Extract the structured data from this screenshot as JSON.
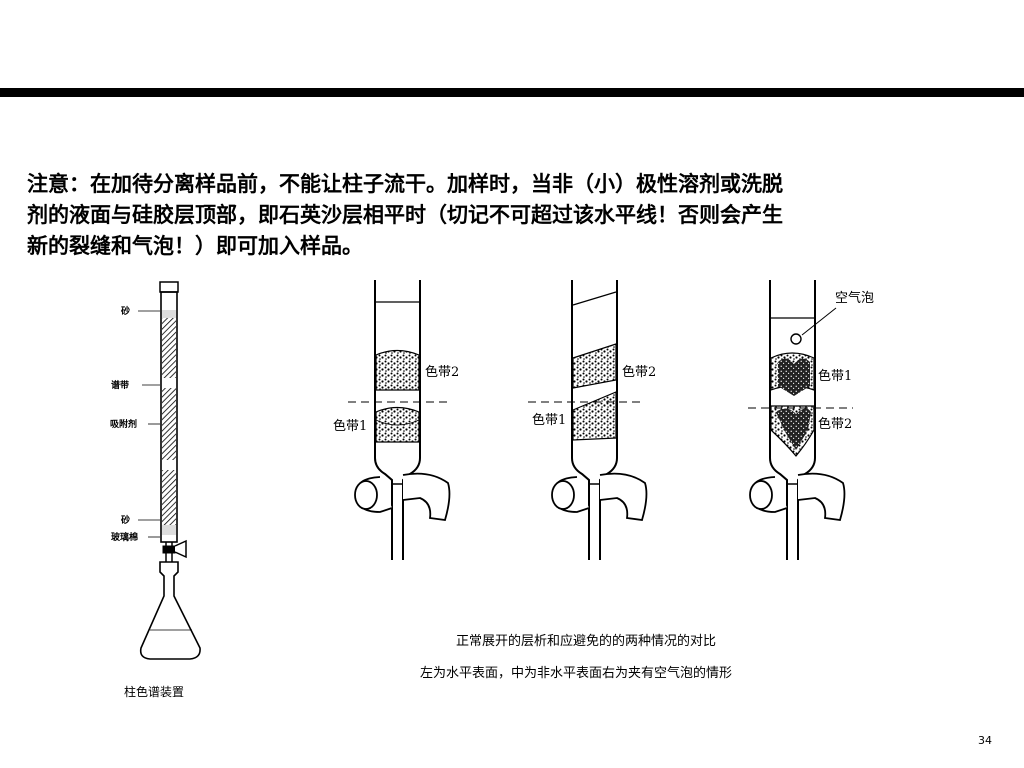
{
  "note": {
    "line1": "注意：在加待分离样品前，不能让柱子流干。加样时，当非（小）极性溶剂或洗脱",
    "line2": "剂的液面与硅胶层顶部，即石英沙层相平时（切记不可超过该水平线！否则会产生",
    "line3": "新的裂缝和气泡！）即可加入样品。"
  },
  "column_figure": {
    "labels": [
      "砂",
      "谱带",
      "吸附剂",
      "砂",
      "玻璃棉"
    ],
    "caption": "柱色谱装置"
  },
  "tubes": [
    {
      "band_labels": [
        "色带2",
        "色带1"
      ]
    },
    {
      "band_labels": [
        "色带2",
        "色带1"
      ]
    },
    {
      "top_label": "空气泡",
      "band_labels": [
        "色带1",
        "色带2"
      ]
    }
  ],
  "comparison_caption": {
    "line1": "正常展开的层析和应避免的的两种情况的对比",
    "line2": "左为水平表面，中为非水平表面右为夹有空气泡的情形"
  },
  "page_number": "34"
}
